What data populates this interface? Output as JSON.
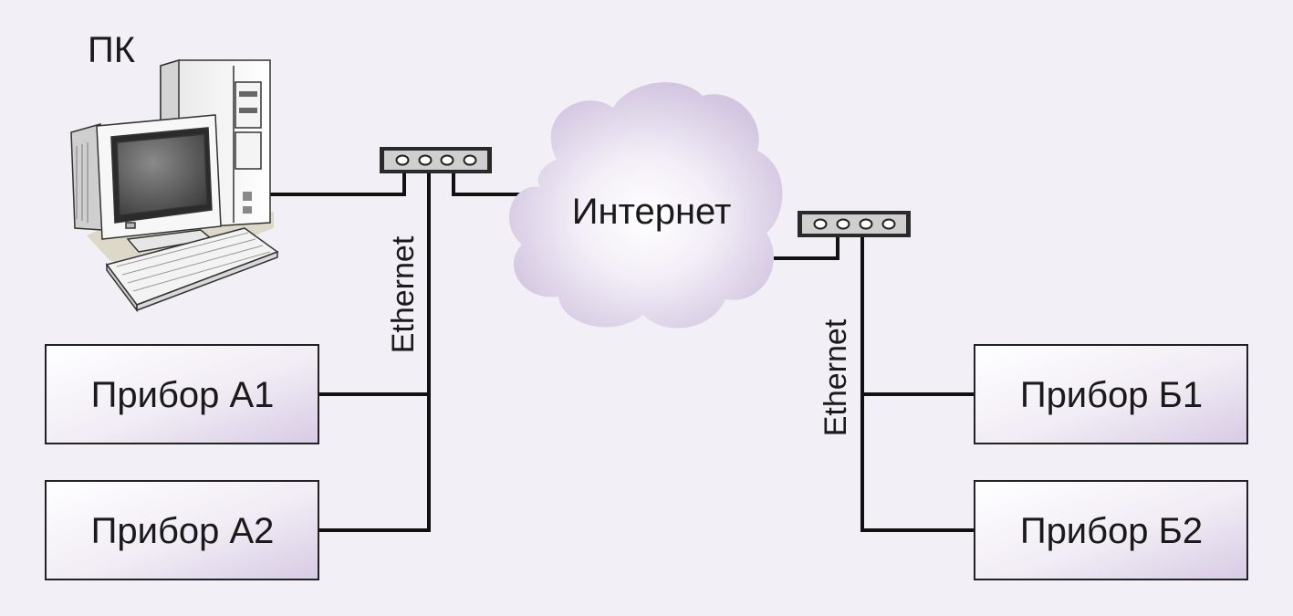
{
  "pc": {
    "label": "ПК",
    "icon": "desktop-computer-icon"
  },
  "cloud": {
    "label": "Интернет",
    "icon": "cloud-icon"
  },
  "network_left": {
    "label": "Ethernet",
    "icon": "network-switch-icon"
  },
  "network_right": {
    "label": "Ethernet",
    "icon": "network-switch-icon"
  },
  "devices": {
    "a1": {
      "label": "Прибор А1"
    },
    "a2": {
      "label": "Прибор А2"
    },
    "b1": {
      "label": "Прибор Б1"
    },
    "b2": {
      "label": "Прибор Б2"
    }
  },
  "colors": {
    "background": "#f2eff6",
    "box_fill_light": "#ffffff",
    "box_fill_dark": "#dcd0e6",
    "cloud": "#d6cbe3",
    "line": "#111111"
  }
}
